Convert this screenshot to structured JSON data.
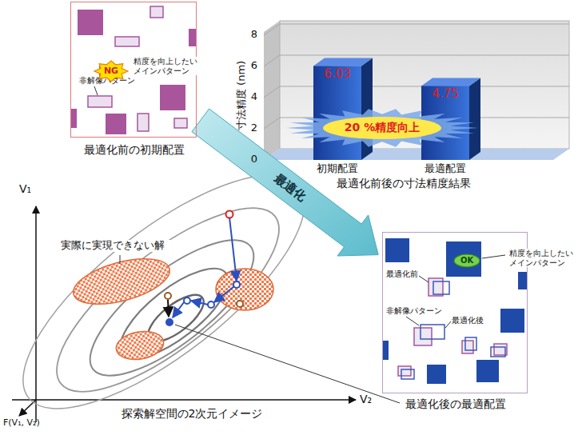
{
  "diagram": {
    "nodes": [
      {
        "text": [
          "精度を向上したい メインパターン",
          "非解像パターン",
          "最適化前の初期配置"
        ]
      },
      {
        "text": [
          "NG"
        ],
        "in": 0
      },
      {
        "text": [
          "最適化前",
          "精度を向上したい メインパターン",
          "非解像パターン",
          "最適化後",
          "最適化後の最適配置"
        ]
      },
      {
        "text": [
          "OK"
        ],
        "in": 2
      }
    ],
    "edges": [
      {
        "from": 0,
        "to": 2,
        "arrow": "to",
        "label": "最適化"
      }
    ],
    "labels": [
      "寸法精度 (nm)",
      "8",
      "6",
      "4",
      "2",
      "0",
      "6.03",
      "4.75",
      "20 %精度向上",
      "初期配置",
      "最適配置",
      "最適化前後の寸法精度結果",
      "V₁",
      "V₂",
      "F(V₁, V₂)",
      "実際に実現できない解",
      "探索解空間の2次元イメージ"
    ]
  }
}
